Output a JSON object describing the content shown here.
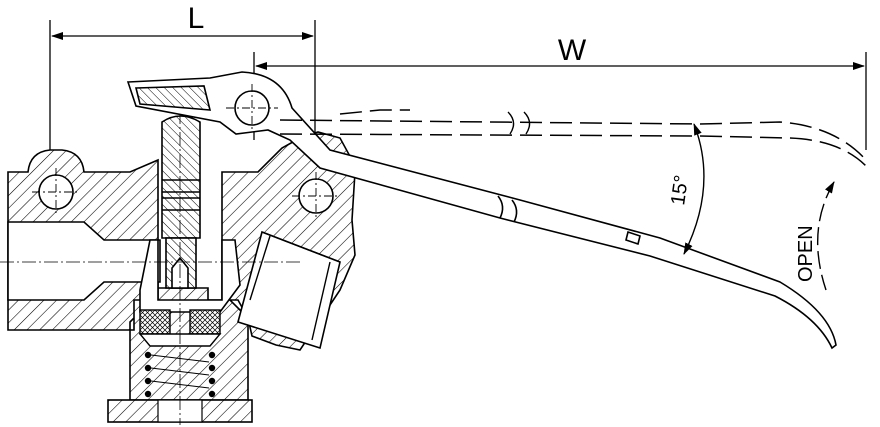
{
  "labels": {
    "length": "L",
    "width": "W",
    "angle": "15°",
    "open": "OPEN"
  },
  "colors": {
    "line": "#000000",
    "background": "#ffffff"
  }
}
